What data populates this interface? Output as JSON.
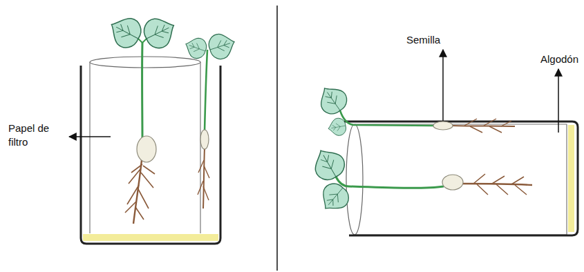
{
  "diagram": {
    "labels": [
      "Papel de filtro",
      "Semilla",
      "Algodón"
    ]
  }
}
